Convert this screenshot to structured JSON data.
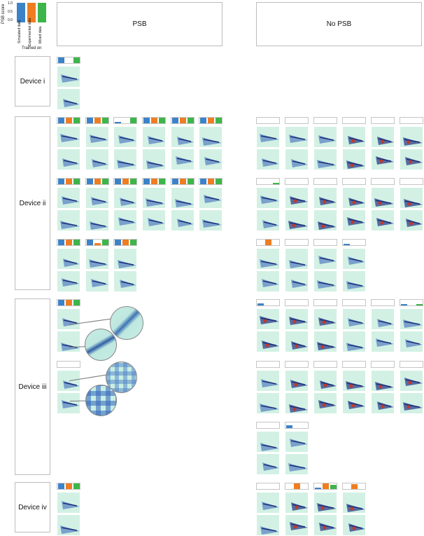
{
  "legend": {
    "ylabel": "PSB score",
    "ticks": [
      "1.0",
      "0.5",
      "0.0"
    ],
    "categories": [
      "Simulated data",
      "Experimental data",
      "Mixed data"
    ],
    "xlabel": "Trained on",
    "colors": {
      "simulated": "#3c82c8",
      "experimental": "#ef7d22",
      "mixed": "#3db54a"
    }
  },
  "columns": {
    "psb": "PSB",
    "no_psb": "No PSB"
  },
  "devices": {
    "i": "Device i",
    "ii": "Device ii",
    "iii": "Device iii",
    "iv": "Device iv"
  },
  "image_colors": {
    "background": "#d2f1e4",
    "line": "#1a3a8c",
    "hot": "#c0392b"
  }
}
